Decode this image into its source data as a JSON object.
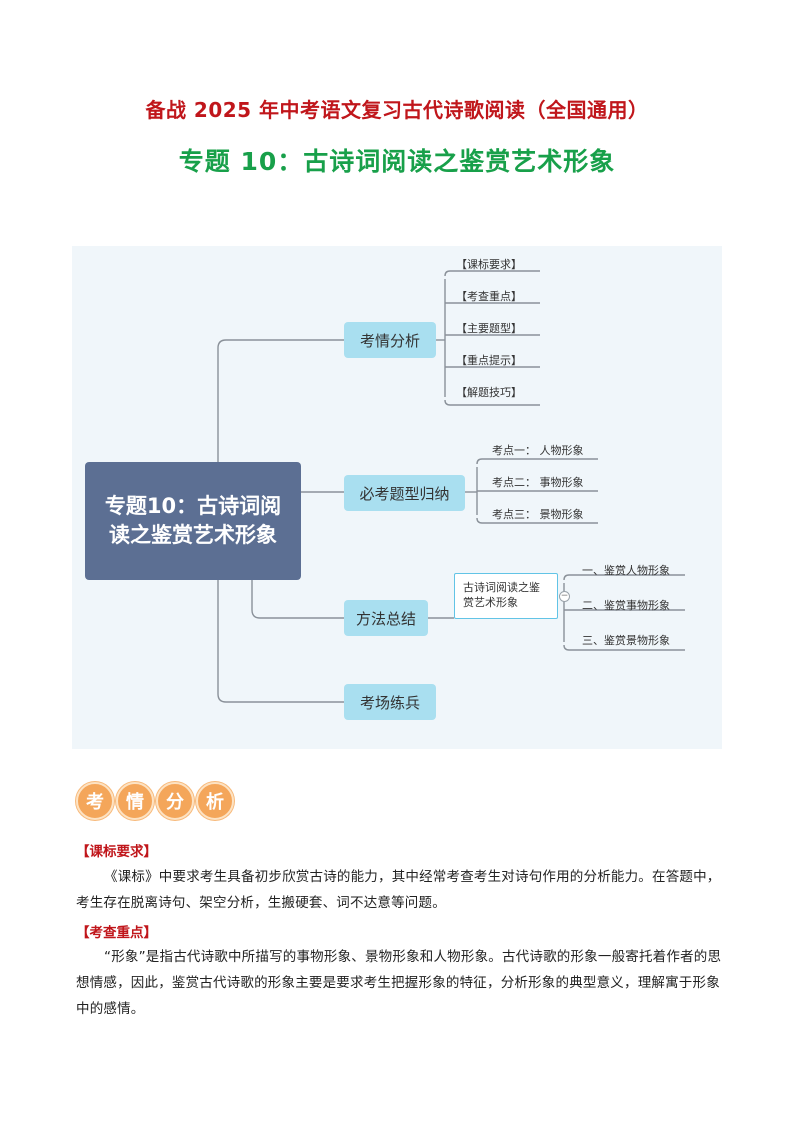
{
  "header": {
    "title": "备战 2025 年中考语文复习古代诗歌阅读（全国通用）",
    "subtitle": "专题 10：古诗词阅读之鉴赏艺术形象"
  },
  "mindmap": {
    "root": "专题10：古诗词阅读之鉴赏艺术形象",
    "branches": [
      {
        "label": "考情分析",
        "items": [
          "【课标要求】",
          "【考查重点】",
          "【主要题型】",
          "【重点提示】",
          "【解题技巧】"
        ]
      },
      {
        "label": "必考题型归纳",
        "items": [
          "考点一： 人物形象",
          "考点二： 事物形象",
          "考点三： 景物形象"
        ]
      },
      {
        "label": "方法总结",
        "sub": "古诗词阅读之鉴赏艺术形象",
        "items": [
          "一、鉴赏人物形象",
          "二、鉴赏事物形象",
          "三、鉴赏景物形象"
        ],
        "collapse_symbol": "−"
      },
      {
        "label": "考场练兵"
      }
    ],
    "colors": {
      "root": "#5c6f93",
      "branch": "#a9dff0",
      "line": "#8a9199",
      "background": "#f0f6fa"
    }
  },
  "section": {
    "badge_chars": [
      "考",
      "情",
      "分",
      "析"
    ],
    "tags": [
      "【课标要求】",
      "【考查重点】"
    ],
    "paragraphs": [
      "《课标》中要求考生具备初步欣赏古诗的能力，其中经常考查考生对诗句作用的分析能力。在答题中，考生存在脱离诗句、架空分析，生搬硬套、词不达意等问题。",
      "“形象”是指古代诗歌中所描写的事物形象、景物形象和人物形象。古代诗歌的形象一般寄托着作者的思想情感，因此，鉴赏古代诗歌的形象主要是要求考生把握形象的特征，分析形象的典型意义，理解寓于形象中的感情。"
    ]
  },
  "theme": {
    "title_red": "#c0161b",
    "title_green": "#18a04a",
    "badge_orange": "#f4a65a"
  }
}
